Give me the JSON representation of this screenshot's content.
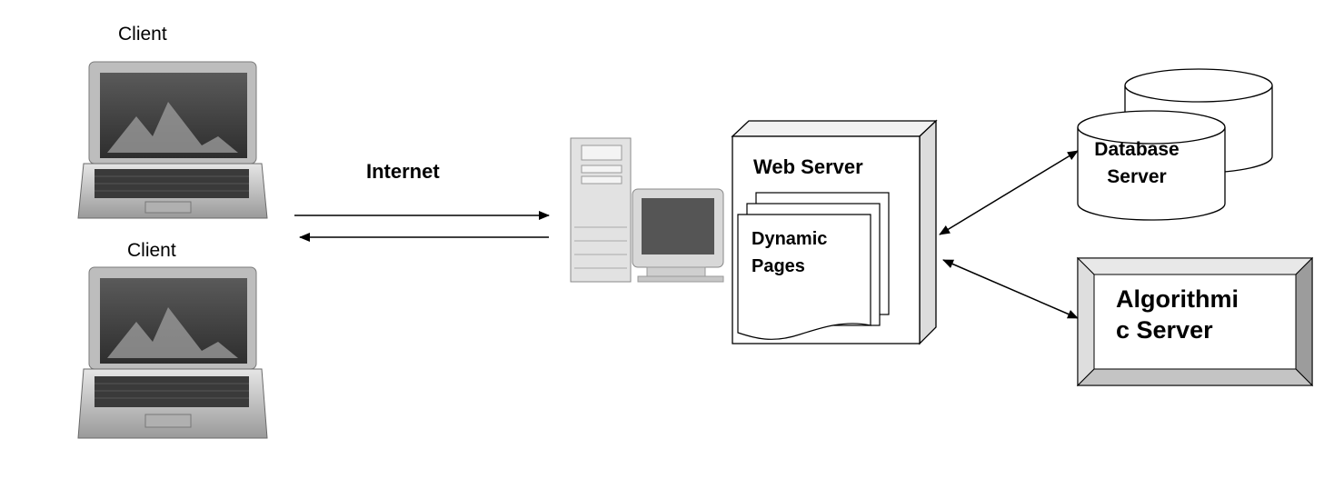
{
  "clients": [
    {
      "label": "Client"
    },
    {
      "label": "Client"
    }
  ],
  "network": {
    "label": "Internet"
  },
  "web_server": {
    "title": "Web Server",
    "pages_label_line1": "Dynamic",
    "pages_label_line2": "Pages"
  },
  "database_server": {
    "line1": "Database",
    "line2": "Server"
  },
  "algorithmic_server": {
    "line1": "Algorithmi",
    "line2": "c Server"
  },
  "colors": {
    "stroke": "#000000",
    "laptop_body": "#c9c9c9",
    "screen": "#4a4a4a",
    "background": "#ffffff"
  }
}
